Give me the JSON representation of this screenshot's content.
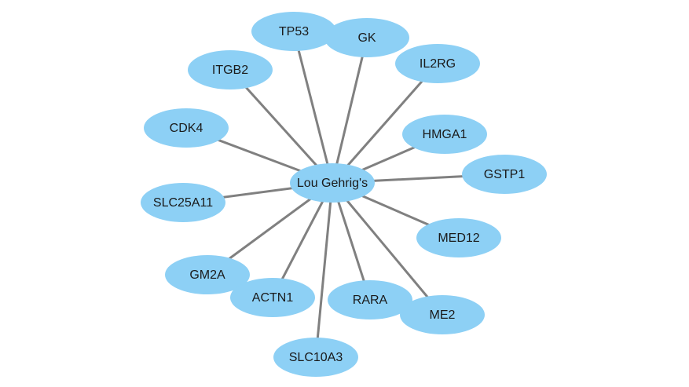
{
  "colors": {
    "background": "#ffffff",
    "node_fill": "#8dd0f5",
    "edge": "#808080",
    "label": "#1a1a1a"
  },
  "center": {
    "id": "center",
    "label": "Lou Gehrig's"
  },
  "neighbors": [
    {
      "id": "tp53",
      "label": "TP53"
    },
    {
      "id": "gk",
      "label": "GK"
    },
    {
      "id": "itgb2",
      "label": "ITGB2"
    },
    {
      "id": "il2rg",
      "label": "IL2RG"
    },
    {
      "id": "cdk4",
      "label": "CDK4"
    },
    {
      "id": "hmga1",
      "label": "HMGA1"
    },
    {
      "id": "gstp1",
      "label": "GSTP1"
    },
    {
      "id": "slc25a11",
      "label": "SLC25A11"
    },
    {
      "id": "med12",
      "label": "MED12"
    },
    {
      "id": "gm2a",
      "label": "GM2A"
    },
    {
      "id": "actn1",
      "label": "ACTN1"
    },
    {
      "id": "rara",
      "label": "RARA"
    },
    {
      "id": "me2",
      "label": "ME2"
    },
    {
      "id": "slc10a3",
      "label": "SLC10A3"
    }
  ]
}
